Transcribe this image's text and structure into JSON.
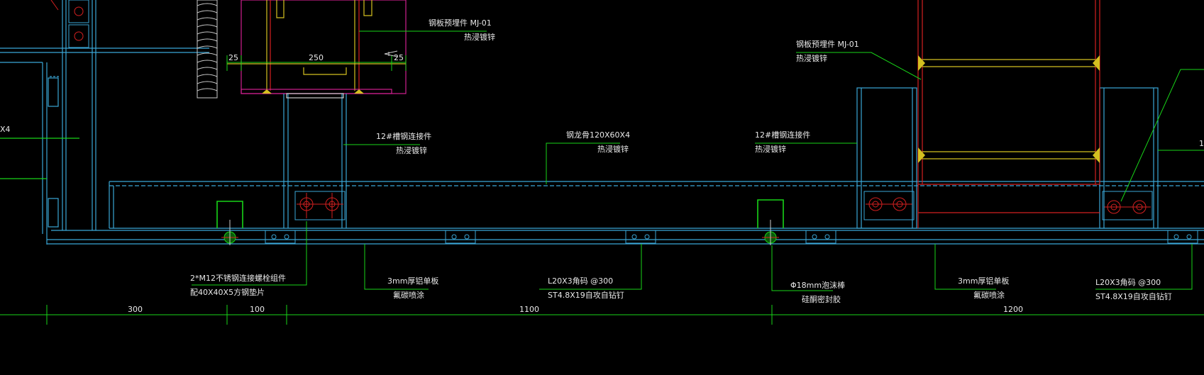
{
  "drawing": {
    "background": "#000000",
    "colors": {
      "cyan": "#3aa6d6",
      "green": "#18d418",
      "red": "#d42020",
      "yellow": "#d4c020",
      "magenta": "#d02090",
      "white": "#e8e8e8"
    }
  },
  "labels": {
    "mj01_left_line1": "钢板预埋件  MJ-01",
    "mj01_left_line2": "热浸镀锌",
    "mj01_right_line1": "钢板预埋件  MJ-01",
    "mj01_right_line2": "热浸镀锌",
    "channel_left_line1": "12#槽钢连接件",
    "channel_left_line2": "热浸镀锌",
    "tube_line1": "钢龙骨120X60X4",
    "tube_line2": "热浸镀锌",
    "channel_right_line1": "12#槽钢连接件",
    "channel_right_line2": "热浸镀锌",
    "bolt_line1": "2*M12不锈钢连接螺栓组件",
    "bolt_line2": "配40X40X5方钢垫片",
    "al_left_line1": "3mm厚铝单板",
    "al_left_line2": "氟碳喷涂",
    "angle_left_line1": "L20X3角码 @300",
    "angle_left_line2": "ST4.8X19自攻自钻钉",
    "rod_line1": "Φ18mm泡沫棒",
    "rod_line2": "硅酮密封胶",
    "al_right_line1": "3mm厚铝单板",
    "al_right_line2": "氟碳喷涂",
    "angle_right_line1": "L20X3角码 @300",
    "angle_right_line2": "ST4.8X19自攻自钻钉",
    "left_fragment": "X4",
    "right_fragment": "1"
  },
  "dimensions": {
    "top_25_left": "25",
    "top_250": "250",
    "top_25_right": "25",
    "bottom_300": "300",
    "bottom_100": "100",
    "bottom_1100": "1100",
    "bottom_1200": "1200"
  }
}
